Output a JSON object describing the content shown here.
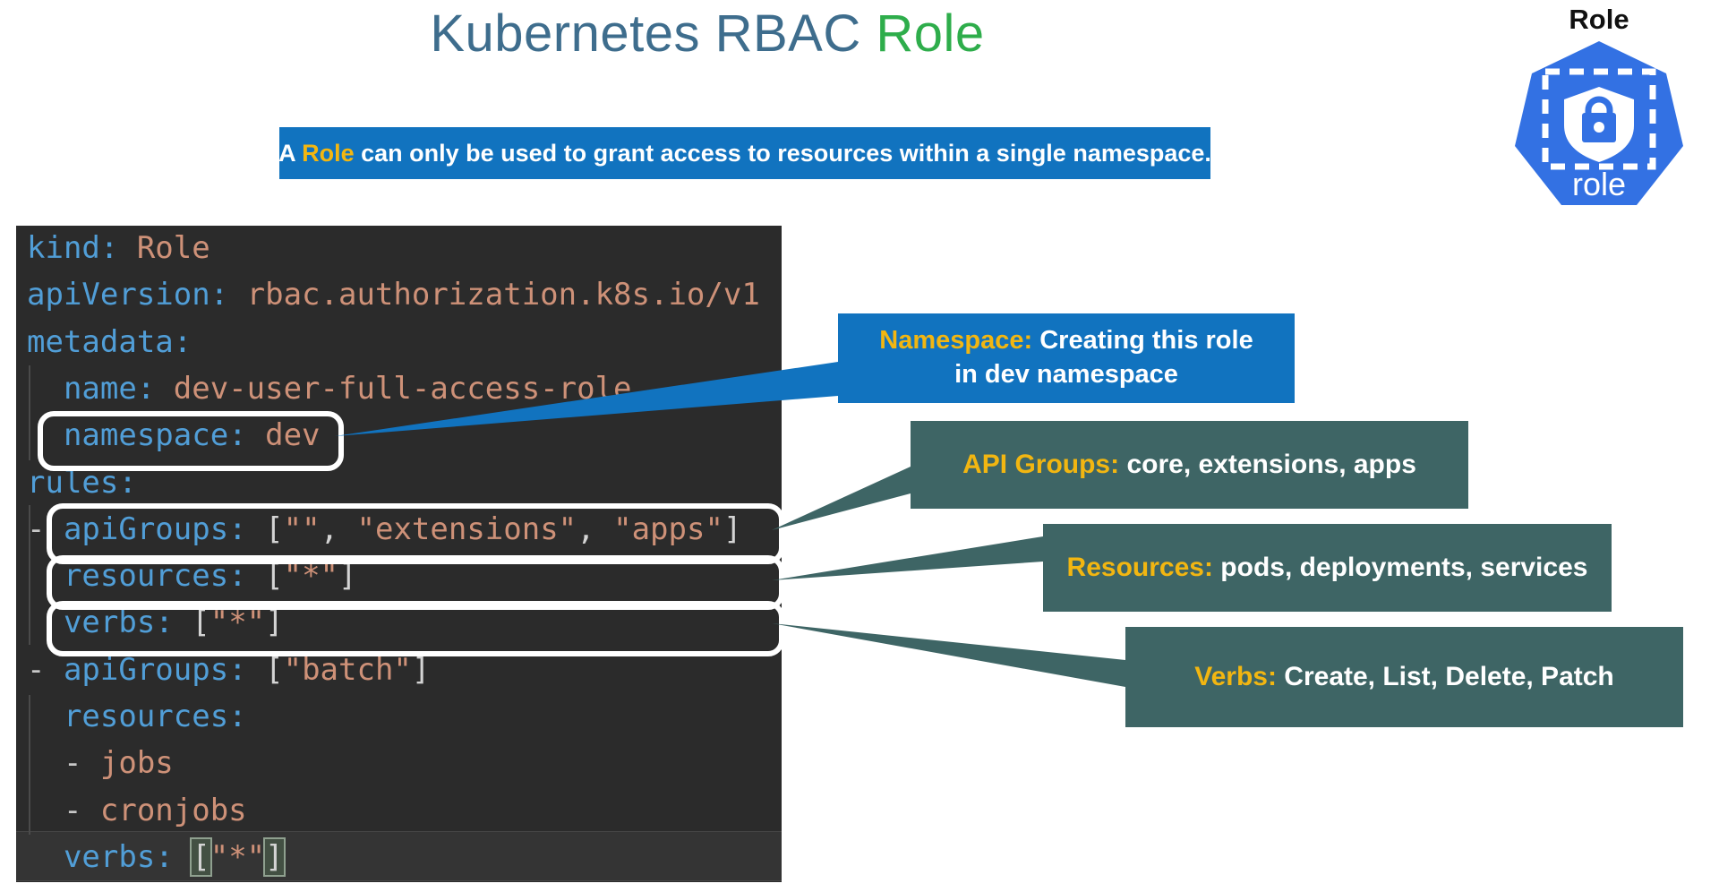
{
  "title": {
    "main": "Kubernetes RBAC ",
    "accent": "Role"
  },
  "banner": {
    "pre": "A ",
    "highlight": "Role",
    "post": " can only be used to grant access to resources within a single namespace."
  },
  "role_icon": {
    "label": "Role",
    "caption": "role"
  },
  "colors": {
    "title_slate": "#3e6d8d",
    "title_green": "#2ead4b",
    "accent_blue": "#1173bf",
    "callout_teal": "#3e6565",
    "highlight_yellow": "#f2b611",
    "code_background": "#2b2b2b",
    "code_key_blue": "#519ed7",
    "code_value_salmon": "#ce9178",
    "heptagon_blue": "#3371e3"
  },
  "code": {
    "lines": [
      [
        [
          "k",
          "kind:"
        ],
        [
          "v",
          " Role"
        ]
      ],
      [
        [
          "k",
          "apiVersion:"
        ],
        [
          "v",
          " rbac.authorization.k8s.io/v1"
        ]
      ],
      [
        [
          "k",
          "metadata:"
        ]
      ],
      [
        [
          "k",
          "  name:"
        ],
        [
          "v",
          " dev-user-full-access-role"
        ]
      ],
      [
        [
          "k",
          "  namespace:"
        ],
        [
          "v",
          " dev"
        ]
      ],
      [
        [
          "k",
          "rules:"
        ]
      ],
      [
        [
          "d",
          "- "
        ],
        [
          "k",
          "apiGroups:"
        ],
        [
          "p",
          " ["
        ],
        [
          "v",
          "\"\""
        ],
        [
          "p",
          ", "
        ],
        [
          "v",
          "\"extensions\""
        ],
        [
          "p",
          ", "
        ],
        [
          "v",
          "\"apps\""
        ],
        [
          "p",
          "]"
        ]
      ],
      [
        [
          "k",
          "  resources:"
        ],
        [
          "p",
          " ["
        ],
        [
          "v",
          "\"*\""
        ],
        [
          "p",
          "]"
        ]
      ],
      [
        [
          "k",
          "  verbs:"
        ],
        [
          "p",
          " ["
        ],
        [
          "v",
          "\"*\""
        ],
        [
          "p",
          "]"
        ]
      ],
      [
        [
          "d",
          "- "
        ],
        [
          "k",
          "apiGroups:"
        ],
        [
          "p",
          " ["
        ],
        [
          "v",
          "\"batch\""
        ],
        [
          "p",
          "]"
        ]
      ],
      [
        [
          "k",
          "  resources:"
        ]
      ],
      [
        [
          "d",
          "  - "
        ],
        [
          "v",
          "jobs"
        ]
      ],
      [
        [
          "d",
          "  - "
        ],
        [
          "v",
          "cronjobs"
        ]
      ],
      [
        [
          "k",
          "  verbs:"
        ],
        [
          "p",
          " "
        ],
        [
          "b",
          "["
        ],
        [
          "v",
          "\"*\""
        ],
        [
          "b",
          "]"
        ]
      ]
    ]
  },
  "callouts": {
    "namespace": {
      "title": "Namespace:",
      "line1": " Creating this role",
      "line2": "in dev namespace"
    },
    "api_groups": {
      "title": "API Groups:",
      "line1": " core, extensions, apps"
    },
    "resources": {
      "title": "Resources:",
      "line1": " pods, deployments, services"
    },
    "verbs": {
      "title": "Verbs:",
      "line1": " Create, List, Delete, Patch"
    }
  }
}
